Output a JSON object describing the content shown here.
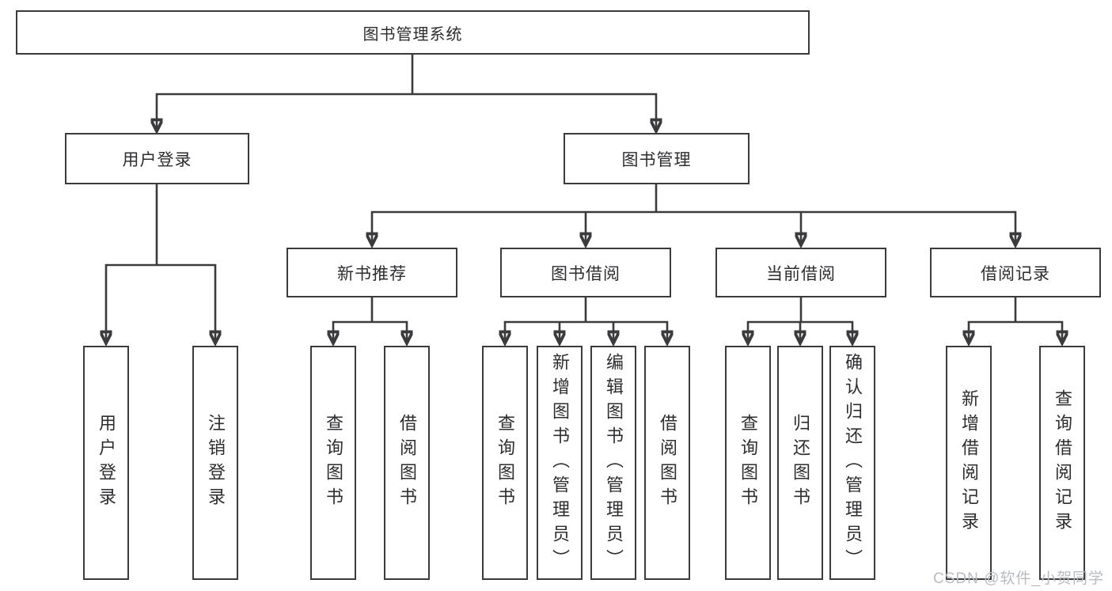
{
  "diagram": {
    "root": {
      "label": "图书管理系统"
    },
    "level2": [
      {
        "label": "用户登录"
      },
      {
        "label": "图书管理"
      }
    ],
    "level3": [
      {
        "label": "新书推荐"
      },
      {
        "label": "图书借阅"
      },
      {
        "label": "当前借阅"
      },
      {
        "label": "借阅记录"
      }
    ],
    "leaves": [
      {
        "label": "用户登录",
        "parent": "用户登录"
      },
      {
        "label": "注销登录",
        "parent": "用户登录"
      },
      {
        "label": "查询图书",
        "parent": "新书推荐"
      },
      {
        "label": "借阅图书",
        "parent": "新书推荐"
      },
      {
        "label": "查询图书",
        "parent": "图书借阅"
      },
      {
        "label": "新增图书（管理员）",
        "parent": "图书借阅"
      },
      {
        "label": "编辑图书（管理员）",
        "parent": "图书借阅"
      },
      {
        "label": "借阅图书",
        "parent": "图书借阅"
      },
      {
        "label": "查询图书",
        "parent": "当前借阅"
      },
      {
        "label": "归还图书",
        "parent": "当前借阅"
      },
      {
        "label": "确认归还（管理员）",
        "parent": "当前借阅"
      },
      {
        "label": "新增借阅记录",
        "parent": "借阅记录"
      },
      {
        "label": "查询借阅记录",
        "parent": "借阅记录"
      }
    ]
  },
  "watermark": "CSDN @软件_小贺同学",
  "colors": {
    "line": "#3b3b3e",
    "text": "#2d2d30",
    "box_background": "#ffffff",
    "page_background": "#ffffff",
    "watermark_text": "#b8bcc2"
  }
}
